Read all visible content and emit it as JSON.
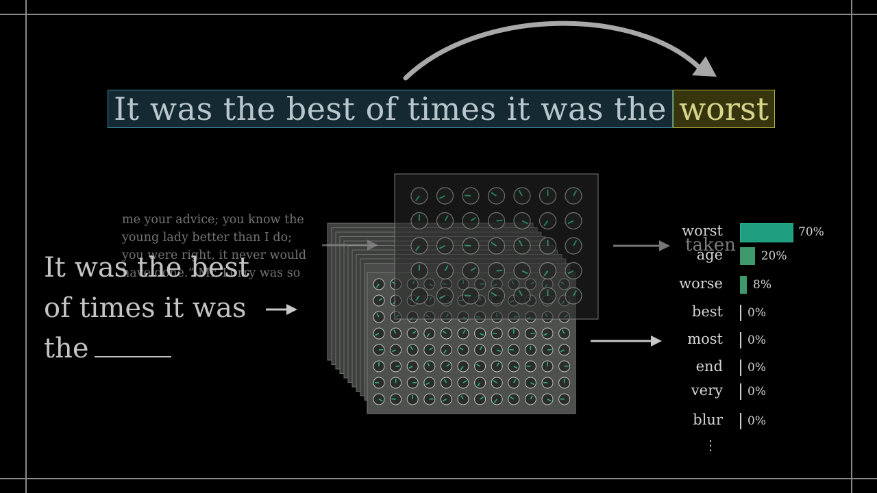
{
  "sentence": {
    "context": "It was the best of times it was the",
    "prediction": "worst"
  },
  "corpus_text": [
    "me your advice; you know the",
    "young lady better than I do;",
    "you were right, it never would",
    "have done.” Mr. Lorry was so"
  ],
  "prompt_lines": [
    "It was the best",
    "of times it was",
    "the"
  ],
  "overlay_word": "taken",
  "predictions": [
    {
      "word": "worst",
      "percent": "70%",
      "value": 70
    },
    {
      "word": "age",
      "percent": "20%",
      "value": 20
    },
    {
      "word": "worse",
      "percent": "8%",
      "value": 8
    },
    {
      "word": "best",
      "percent": "0%",
      "value": 0
    },
    {
      "word": "most",
      "percent": "0%",
      "value": 0
    },
    {
      "word": "end",
      "percent": "0%",
      "value": 0
    },
    {
      "word": "very",
      "percent": "0%",
      "value": 0
    },
    {
      "word": "blur",
      "percent": "0%",
      "value": 0
    }
  ],
  "more_indicator": "⋮",
  "colors": {
    "context_border": "#3d8fa8",
    "prediction_border": "#b7b23a",
    "bar_top": "#1f9e80",
    "bar_other": "#3e9a6c",
    "dial_needle": "#2fb08c"
  },
  "icons": [
    "curved-arrow-icon",
    "right-arrow-icon",
    "dial-icon"
  ]
}
